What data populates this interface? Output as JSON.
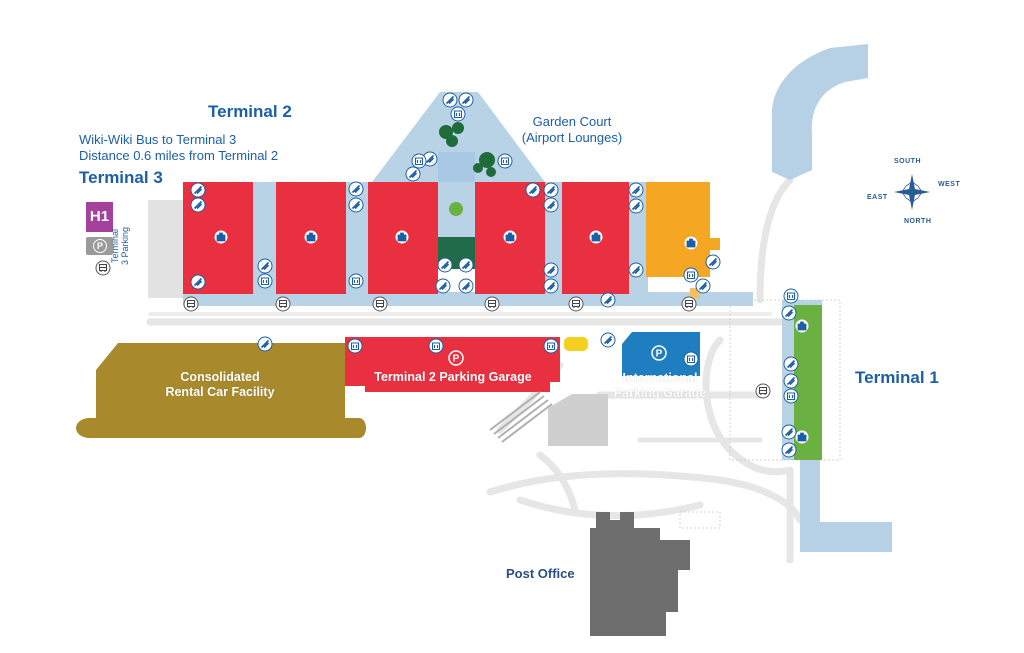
{
  "labels": {
    "terminal2": "Terminal 2",
    "wiki_bus": "Wiki-Wiki Bus to Terminal 3",
    "distance": "Distance 0.6 miles from Terminal 2",
    "terminal3": "Terminal 3",
    "h1": "H1",
    "parking_symbol": "P",
    "terminal3_parking": "Terminal 3 Parking",
    "garden_court_line1": "Garden Court",
    "garden_court_line2": "(Airport Lounges)",
    "rental_line1": "Consolidated",
    "rental_line2": "Rental Car Facility",
    "t2_garage": "Terminal 2 Parking Garage",
    "intl_line1": "International",
    "intl_line2": "Parking Garage",
    "terminal1": "Terminal 1",
    "post_office": "Post Office"
  },
  "compass": {
    "north": "NORTH",
    "south": "SOUTH",
    "east": "EAST",
    "west": "WEST"
  },
  "colors": {
    "terminal_red": "#e83040",
    "road_blue": "#b9d3e6",
    "water_blue": "#b6d1e6",
    "rental_gold": "#a88a2c",
    "intl_blue": "#1f7ec0",
    "terminal1_green": "#6ab142",
    "post_office_gray": "#6e6e6e",
    "orange": "#f5a623",
    "h1_purple": "#a4419c",
    "title_blue": "#1d5fa6"
  },
  "icons": {
    "baggage": "baggage-icon",
    "jetbridge": "jet-bridge-icon",
    "elevator": "elevator-icon",
    "bus": "bus-icon",
    "parking": "parking-icon",
    "compass": "compass-rose-icon"
  }
}
